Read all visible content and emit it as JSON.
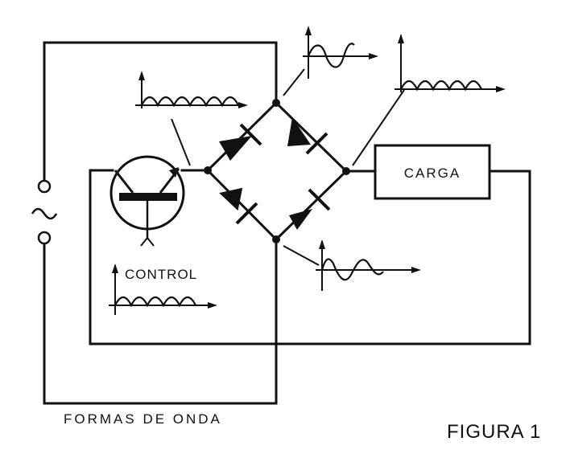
{
  "labels": {
    "load": "CARGA",
    "control": "CONTROL",
    "waveforms": "FORMAS DE ONDA",
    "figure": "FIGURA 1"
  },
  "icons": {
    "ac_source": "ac-source-icon",
    "transistor": "transistor-icon",
    "diode": "diode-icon"
  }
}
